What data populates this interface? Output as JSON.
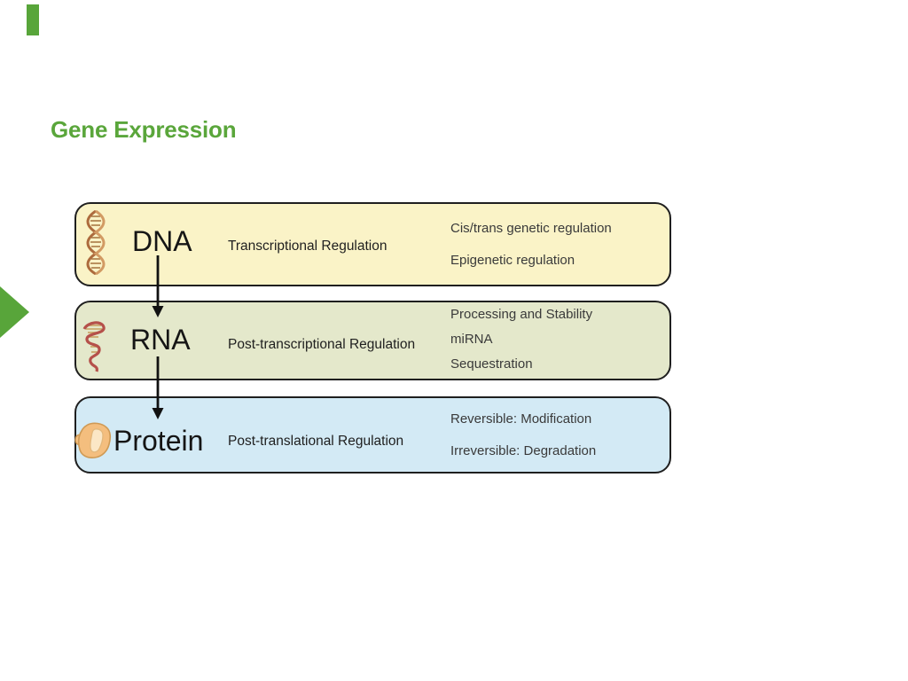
{
  "slide": {
    "title": "Gene Expression",
    "title_color": "#5aa63b",
    "background": "#ffffff"
  },
  "decorations": {
    "accent_color": "#58a53a"
  },
  "diagram": {
    "border_color": "#1f1f1f",
    "arrow_color": "#111111",
    "rows": [
      {
        "molecule": "DNA",
        "icon": "dna-helix-icon",
        "fill": "#faf3c7",
        "regulation": "Transcriptional Regulation",
        "mechanisms": [
          "Cis/trans genetic regulation",
          "Epigenetic regulation"
        ]
      },
      {
        "molecule": "RNA",
        "icon": "rna-strand-icon",
        "fill": "#e4e8cb",
        "regulation": "Post-transcriptional Regulation",
        "mechanisms": [
          "Processing and Stability",
          "miRNA",
          "Sequestration"
        ]
      },
      {
        "molecule": "Protein",
        "icon": "protein-blob-icon",
        "fill": "#d3eaf5",
        "regulation": "Post-translational Regulation",
        "mechanisms": [
          "Reversible: Modification",
          "Irreversible: Degradation"
        ]
      }
    ]
  }
}
